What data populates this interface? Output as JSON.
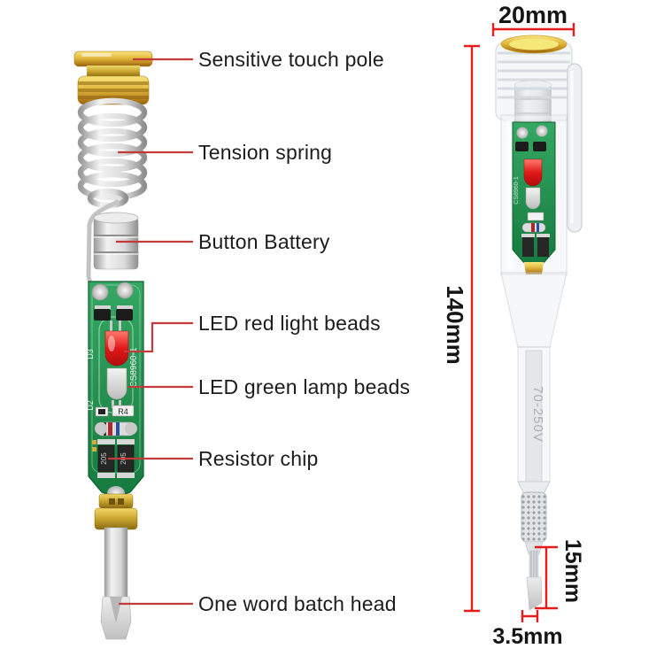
{
  "callouts": {
    "items": [
      {
        "label": "Sensitive touch pole"
      },
      {
        "label": "Tension spring"
      },
      {
        "label": "Button Battery"
      },
      {
        "label": "LED red light beads"
      },
      {
        "label": "LED green lamp beads"
      },
      {
        "label": "Resistor chip"
      },
      {
        "label": "One word batch head"
      }
    ]
  },
  "dimensions": {
    "cap_diameter": "20mm",
    "total_length": "140mm",
    "tip_length": "15mm",
    "tip_width": "3.5mm"
  },
  "pcb": {
    "model": "CS8960-1",
    "diode_top": "D3",
    "diode_bottom": "D2",
    "resistor_ref": "R4",
    "smd_marking_left": "205",
    "smd_marking_right": "205"
  },
  "pen": {
    "shaft_print": "70-250V"
  },
  "colors": {
    "leader_line": "#c23b3b",
    "dimension_line": "#e31c1c",
    "pcb_green": "#1f8a47",
    "brass": "#d7a531",
    "led_red": "#e01818"
  }
}
